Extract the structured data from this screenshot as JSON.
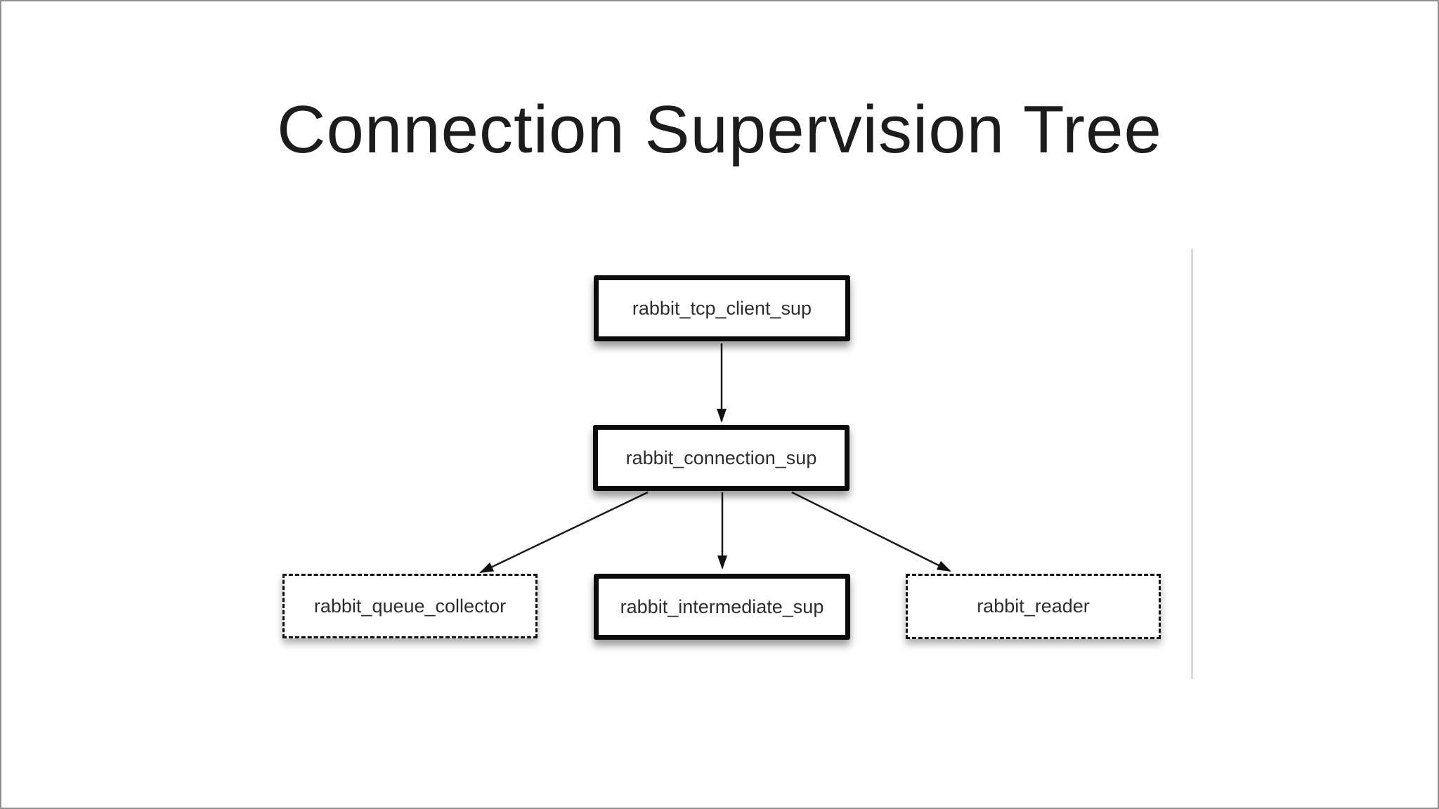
{
  "slide": {
    "title": "Connection Supervision Tree"
  },
  "diagram": {
    "nodes": [
      {
        "id": "rabbit_tcp_client_sup",
        "label": "rabbit_tcp_client_sup",
        "style": "solid"
      },
      {
        "id": "rabbit_connection_sup",
        "label": "rabbit_connection_sup",
        "style": "solid"
      },
      {
        "id": "rabbit_queue_collector",
        "label": "rabbit_queue_collector",
        "style": "dashed"
      },
      {
        "id": "rabbit_intermediate_sup",
        "label": "rabbit_intermediate_sup",
        "style": "solid"
      },
      {
        "id": "rabbit_reader",
        "label": "rabbit_reader",
        "style": "dashed"
      }
    ],
    "edges": [
      {
        "from": "rabbit_tcp_client_sup",
        "to": "rabbit_connection_sup"
      },
      {
        "from": "rabbit_connection_sup",
        "to": "rabbit_queue_collector"
      },
      {
        "from": "rabbit_connection_sup",
        "to": "rabbit_intermediate_sup"
      },
      {
        "from": "rabbit_connection_sup",
        "to": "rabbit_reader"
      }
    ],
    "colors": {
      "node_border": "#0b0b0b",
      "node_fill": "#ffffff",
      "label_text": "#2d2d2d",
      "edge_stroke": "#1a1a1a",
      "divider": "#dadada",
      "frame_border": "#8f8f8f",
      "background": "#ffffff"
    }
  }
}
